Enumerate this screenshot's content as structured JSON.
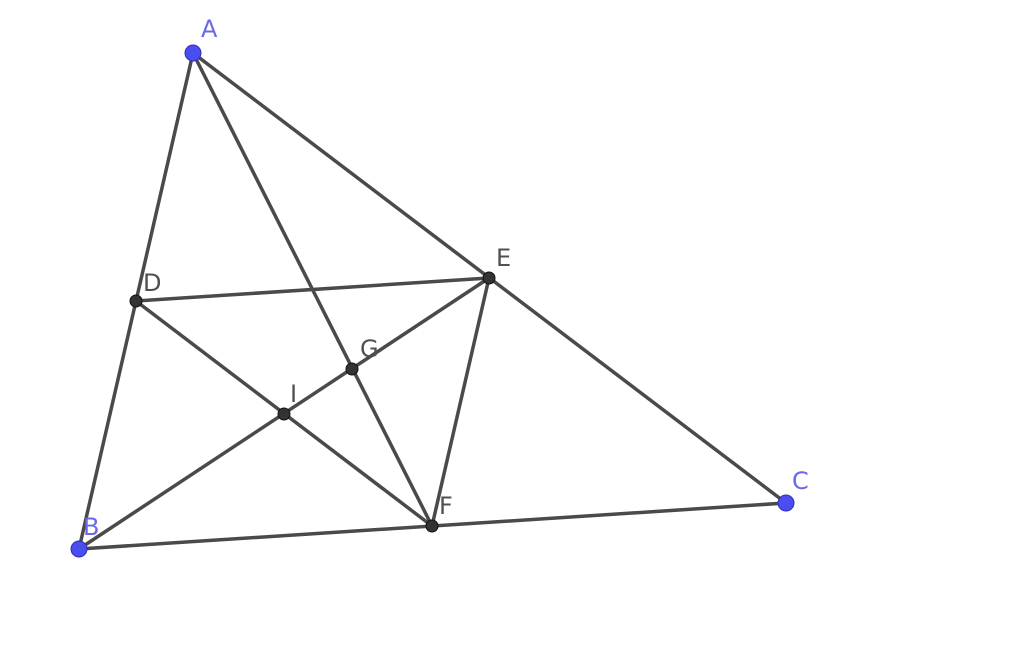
{
  "diagram": {
    "colors": {
      "segment": "#4a4a4a",
      "free_point": "#4a4ef0",
      "dependent_point": "#333333",
      "free_label": "#6a6ae8",
      "dependent_label": "#505050"
    },
    "points": {
      "A": {
        "label": "A",
        "kind": "free"
      },
      "B": {
        "label": "B",
        "kind": "free"
      },
      "C": {
        "label": "C",
        "kind": "free"
      },
      "D": {
        "label": "D",
        "kind": "dependent"
      },
      "E": {
        "label": "E",
        "kind": "dependent"
      },
      "F": {
        "label": "F",
        "kind": "dependent"
      },
      "G": {
        "label": "G",
        "kind": "dependent"
      },
      "I": {
        "label": "I",
        "kind": "dependent"
      }
    },
    "segments": [
      [
        "A",
        "B"
      ],
      [
        "A",
        "C"
      ],
      [
        "B",
        "C"
      ],
      [
        "D",
        "E"
      ],
      [
        "E",
        "F"
      ],
      [
        "A",
        "F"
      ],
      [
        "D",
        "F"
      ],
      [
        "B",
        "E"
      ]
    ]
  }
}
